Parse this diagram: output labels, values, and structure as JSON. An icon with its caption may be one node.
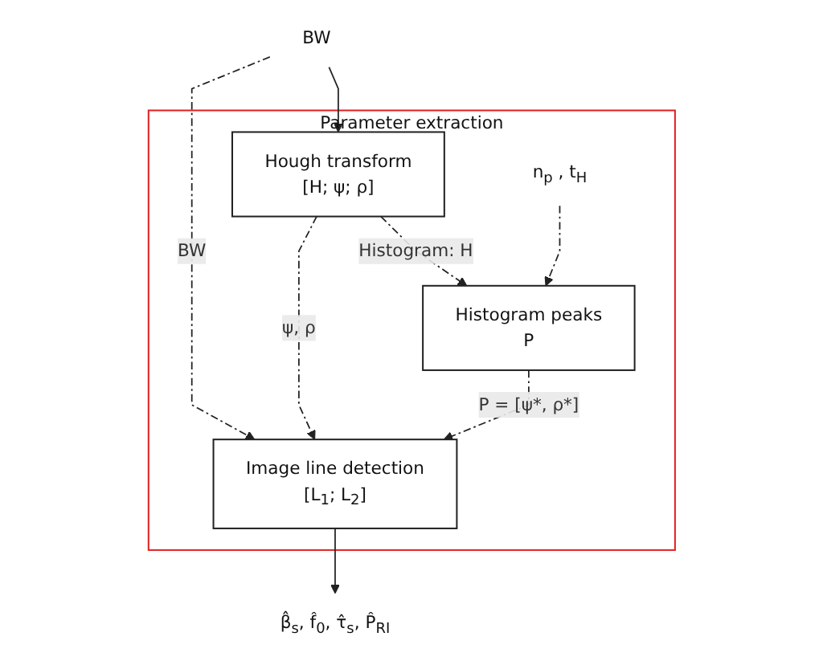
{
  "diagram": {
    "nodes": [
      {
        "text": [
          "Parameter extraction"
        ]
      },
      {
        "text": [
          "BW"
        ]
      },
      {
        "text": [
          "Hough transform",
          "[H; ψ; ρ]"
        ],
        "in": 0
      },
      {
        "text": [
          "Histogram peaks",
          "P"
        ],
        "in": 0
      },
      {
        "text": [
          "Image line detection",
          "[L$_{1}$; L$_{2}$]"
        ],
        "in": 0
      },
      {
        "text": [
          "n$_{p}$ , t$_{H}$"
        ],
        "in": 0
      },
      {
        "text": [
          "β̂$_{s}$, f̂$_{0}$, τ̂$_{s}$, P̂$_{RI}$"
        ]
      }
    ],
    "edges": [
      {
        "from": 1,
        "to": 2,
        "arrow": "to"
      },
      {
        "from": 1,
        "to": 4,
        "arrow": "to",
        "label": "BW",
        "style": "dashed"
      },
      {
        "from": 2,
        "to": 3,
        "arrow": "to",
        "label": "Histogram: H",
        "style": "dashed"
      },
      {
        "from": 2,
        "to": 4,
        "arrow": "to",
        "label": "ψ, ρ",
        "style": "dashed"
      },
      {
        "from": 5,
        "to": 3,
        "arrow": "to",
        "style": "dashed"
      },
      {
        "from": 3,
        "to": 4,
        "arrow": "to",
        "label": "P = [ψ*, ρ*]",
        "style": "dashed"
      },
      {
        "from": 4,
        "to": 6,
        "arrow": "to"
      }
    ]
  }
}
